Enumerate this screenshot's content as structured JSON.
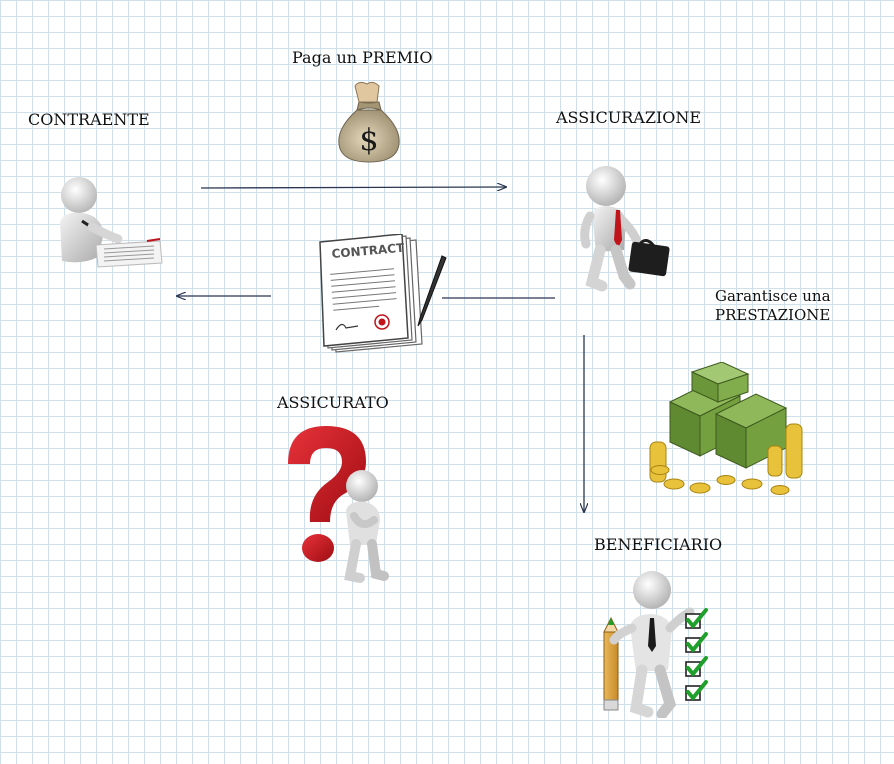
{
  "labels": {
    "premio": "Paga un PREMIO",
    "contraente": "CONTRAENTE",
    "assicurazione": "ASSICURAZIONE",
    "prestazione_line1": "Garantisce una",
    "prestazione_line2": "PRESTAZIONE",
    "assicurato": "ASSICURATO",
    "beneficiario": "BENEFICIARIO"
  },
  "contract_title": "CONTRACT",
  "money_bag_symbol": "$",
  "icons": [
    "person-signing-icon",
    "money-bag-icon",
    "businessman-briefcase-icon",
    "contract-document-icon",
    "money-stacks-coins-icon",
    "question-mark-person-icon",
    "person-checklist-icon"
  ],
  "colors": {
    "arrow": "#2a3550",
    "question_mark": "#c8141c",
    "money_green": "#6f9a3a",
    "coin_gold": "#e8c23a",
    "check_green": "#1fa02a",
    "tie_red": "#c0131a"
  }
}
